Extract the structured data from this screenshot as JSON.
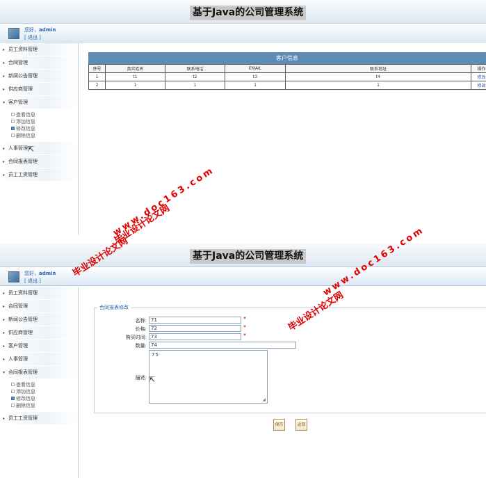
{
  "header": {
    "title": "基于Java的公司管理系统"
  },
  "user": {
    "greeting": "您好，",
    "name": "admin",
    "logout": "[ 退出 ]"
  },
  "screen1": {
    "menu_top": [
      {
        "label": "员工资料管理"
      },
      {
        "label": "合同管理"
      },
      {
        "label": "新闻公告管理"
      },
      {
        "label": "供应商管理"
      }
    ],
    "menu_open": {
      "label": "客户管理"
    },
    "submenu": [
      {
        "label": "查看信息"
      },
      {
        "label": "添加信息"
      },
      {
        "label": "修改信息"
      },
      {
        "label": "删除信息"
      }
    ],
    "menu_bottom": [
      {
        "label": "人事管理"
      },
      {
        "label": "合同报表管理"
      },
      {
        "label": "员工工资管理"
      }
    ],
    "table": {
      "title": "客户信息",
      "headers": [
        "序号",
        "真实姓名",
        "联系电话",
        "EMAIL",
        "联系地址",
        "操作"
      ],
      "rows": [
        {
          "no": "1",
          "name": "t1",
          "phone": "t2",
          "email": "t3",
          "address": "t4",
          "action": "修改"
        },
        {
          "no": "2",
          "name": "1",
          "phone": "1",
          "email": "1",
          "address": "1",
          "action": "修改"
        }
      ]
    }
  },
  "screen2": {
    "menu_top": [
      {
        "label": "员工资料管理"
      },
      {
        "label": "合同管理"
      },
      {
        "label": "新闻公告管理"
      },
      {
        "label": "供应商管理"
      },
      {
        "label": "客户管理"
      },
      {
        "label": "人事管理"
      }
    ],
    "menu_open": {
      "label": "合同报表管理"
    },
    "submenu": [
      {
        "label": "查看信息"
      },
      {
        "label": "添加信息"
      },
      {
        "label": "修改信息"
      },
      {
        "label": "删除信息"
      }
    ],
    "menu_bottom": [
      {
        "label": "员工工资管理"
      }
    ],
    "form": {
      "legend": "合同报表修改",
      "name_label": "名称:",
      "name_value": "71",
      "price_label": "价格:",
      "price_value": "72",
      "date_label": "购买时间:",
      "date_value": "73",
      "qty_label": "数量:",
      "qty_value": "74",
      "desc_label": "描述:",
      "desc_value": "75",
      "required_mark": "*",
      "save": "保存",
      "back": "返回"
    }
  },
  "watermark": {
    "line1": "毕业设计论文网",
    "line2": "www.doc163.com"
  }
}
